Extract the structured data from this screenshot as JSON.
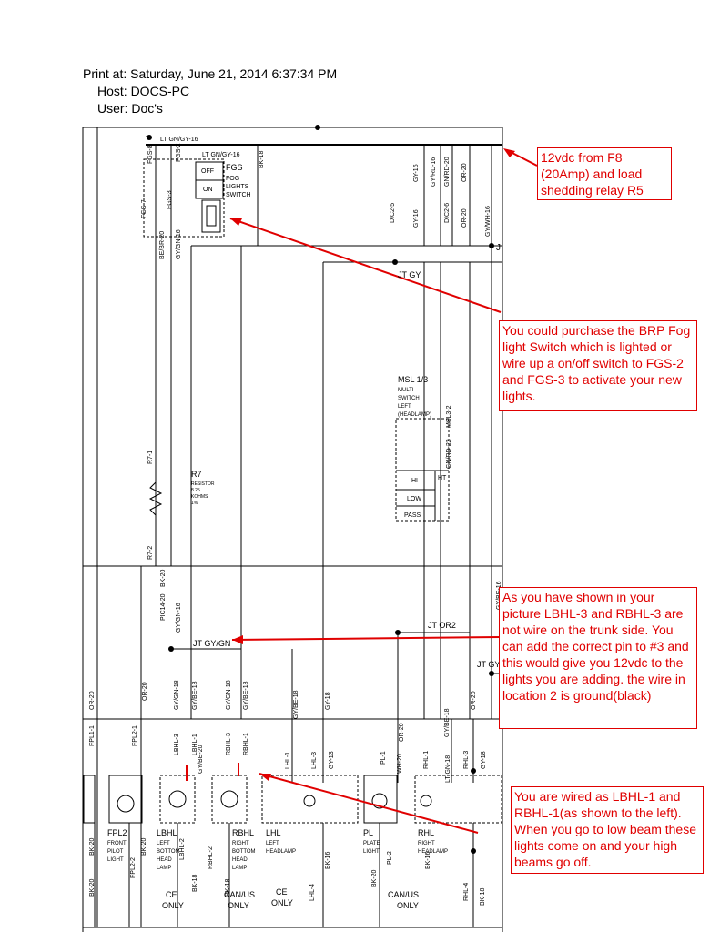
{
  "print_header": {
    "print_at": "Print at: Saturday, June 21, 2014 6:37:34 PM",
    "host": "Host: DOCS-PC",
    "user": "User: Doc's"
  },
  "notes": {
    "n1": "12vdc from F8 (20Amp) and load shedding relay R5",
    "n2": "You could purchase the BRP Fog light Switch which is lighted or wire up a on/off switch to FGS-2 and FGS-3 to activate your new lights.",
    "n3": "As you have shown in your picture LBHL-3 and RBHL-3 are not wire on the trunk side. You can add the correct pin to #3 and this would give you 12vdc to the lights you are adding. the wire in location 2 is ground(black)",
    "n4": "You are wired as LBHL-1 and RBHL-1(as shown to the left). When you go to low beam these lights come on and your high beams go off."
  },
  "diagram": {
    "wire_top1": "LT GN/GY-16",
    "wire_top2": "LT GN/GY-16",
    "fgs_code": "FGS",
    "fgs_desc1": "FOG",
    "fgs_desc2": "LIGHTS",
    "fgs_desc3": "SWITCH",
    "fgs_off": "OFF",
    "fgs_on": "ON",
    "fgs8": "FGS-8",
    "fgs2": "FGS-2",
    "fgs7": "FGS-7",
    "fgs3": "FGS-3",
    "bk18_top": "BK-18",
    "gy16": "GY-16",
    "gyrd16": "GY/RD-16",
    "gnrd20": "GN/RD-20",
    "or20_top": "OR-20",
    "dic25": "DIC2-5",
    "gy16b": "GY-16",
    "dic26": "DIC2-6",
    "or20b": "OR-20",
    "gywh16": "GY/WH-16",
    "bebr20": "BE/BR-20",
    "gygn16": "GY/GN-16",
    "jt_gy": "JT GY",
    "j_right": "J",
    "msl_code": "MSL 1/3",
    "msl_d1": "MULTI",
    "msl_d2": "SWITCH",
    "msl_d3": "LEFT",
    "msl_d4": "(HEADLAMP)",
    "msl32": "MSL3-2",
    "gnrd22": "GN/RD-22",
    "hi": "HI",
    "ht": "HT",
    "low": "LOW",
    "pass": "PASS",
    "r71": "R7-1",
    "r7": "R7",
    "r7d1": "RESISTOR",
    "r7d2": "8.25",
    "r7d3": "KOHMS",
    "r7d4": "1%",
    "r72": "R7-2",
    "bk20_mid": "BK-20",
    "pic14": "PIC14-20",
    "gygn16b": "GY/GN-16",
    "jt_or2": "JT OR2",
    "jt_gygn": "JT GY/GN",
    "jt_gy_r": "JT GY",
    "gybe16r": "GY/BE-16",
    "or20_l": "OR-20",
    "or20_l2": "OR-20",
    "gygn18": "GY/GN-18",
    "gybe18": "GY/BE-18",
    "gygn18b": "GY/GN-18",
    "gybe18b": "GY/BE-18",
    "gybe18c": "GY/BE-18",
    "gy18": "GY-18",
    "or20_c": "OR-20",
    "gybe18d": "GY/BE-18",
    "or20_c2": "OR-20",
    "fpl1": "FPL1-1",
    "fpl21": "FPL2-1",
    "lbhl3": "LBHL-3",
    "lbhl1": "LBHL-1",
    "rbhl3": "RBHL-3",
    "rbhl1": "RBHL-1",
    "gybe20": "GY/BE-20",
    "lhl1": "LHL-1",
    "lhl3": "LHL-3",
    "gy13": "GY-13",
    "pl1": "PL-1",
    "wh20": "WH-20",
    "rhl1": "RHL-1",
    "rhl3": "RHL-3",
    "ltgn18": "LT GN-18",
    "gy18b": "GY-18",
    "bk20_a": "BK-20",
    "fpl2_code": "FPL2",
    "fpl2_d1": "FRONT",
    "fpl2_d2": "PILOT",
    "fpl2_d3": "LIGHT",
    "fpl22": "FPL2-2",
    "bk20_b": "BK-20",
    "lbhl_code": "LBHL",
    "lbhl_d1": "LEFT",
    "lbhl_d2": "BOTTOM",
    "lbhl_d3": "HEAD",
    "lbhl_d4": "LAMP",
    "lbhl2": "LBHL-2",
    "bk18_a": "BK-18",
    "ce1": "CE",
    "only1": "ONLY",
    "rbhl_code": "RBHL",
    "rbhl_d1": "RIGHT",
    "rbhl_d2": "BOTTOM",
    "rbhl_d3": "HEAD",
    "rbhl_d4": "LAMP",
    "rbhl2": "RBHL-2",
    "bk18_b": "BK-18",
    "canus1": "CAN/US",
    "only2": "ONLY",
    "lhl_code": "LHL",
    "lhl_d1": "LEFT",
    "lhl_d2": "HEADLAMP",
    "lhl4": "LHL-4",
    "bk16a": "BK-16",
    "ce2": "CE",
    "only3": "ONLY",
    "pl_code": "PL",
    "pl_d1": "PLATE",
    "pl_d2": "LIGHT",
    "pl2": "PL-2",
    "bk20_c": "BK-20",
    "canus2": "CAN/US",
    "only4": "ONLY",
    "rhl_code": "RHL",
    "rhl_d1": "RIGHT",
    "rhl_d2": "HEADLAMP",
    "rhl4": "RHL-4",
    "bk18_c": "BK-18",
    "bk16b": "BK-16",
    "bk20_d": "BK-20"
  }
}
